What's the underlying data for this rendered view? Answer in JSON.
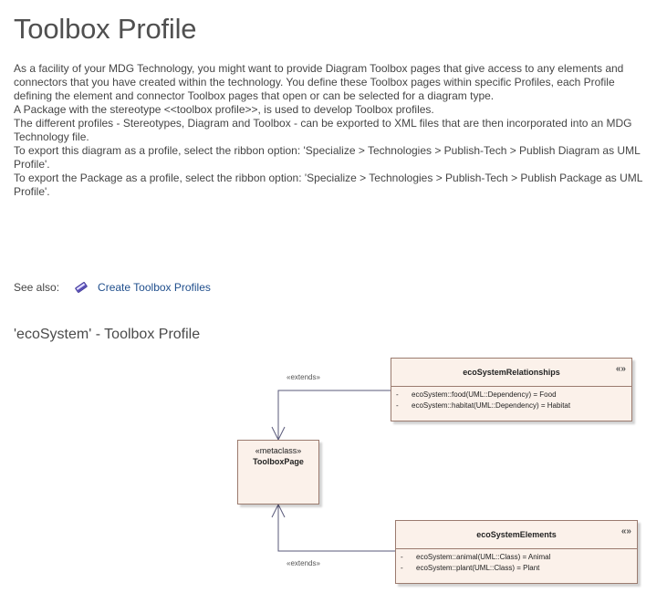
{
  "page": {
    "title": "Toolbox Profile",
    "intro": [
      "As a facility of your MDG Technology, you might want to provide Diagram Toolbox pages that give access to any elements and connectors that you have created within the technology. You define these Toolbox pages within specific Profiles, each Profile defining the element and connector Toolbox pages that open or can be selected for a diagram type.",
      "A Package with the stereotype <<toolbox profile>>, is used to develop Toolbox profiles.",
      "The different profiles - Stereotypes, Diagram and Toolbox - can be exported to XML files that are then incorporated into an MDG Technology file.",
      "To export this diagram as a profile, select the ribbon option:  'Specialize > Technologies > Publish-Tech > Publish Diagram as UML Profile'.",
      "To export the Package as a profile, select the ribbon option:  'Specialize > Technologies > Publish-Tech > Publish Package as UML Profile'."
    ],
    "see_also_label": "See also:",
    "see_also_icon": "book-icon",
    "see_also_link": "Create Toolbox Profiles",
    "diagram_title": "'ecoSystem' - Toolbox Profile"
  },
  "diagram": {
    "toolbox_page": {
      "stereotype": "«metaclass»",
      "name": "ToolboxPage"
    },
    "relationships": {
      "name": "ecoSystemRelationships",
      "glyph": "«»",
      "attributes": [
        {
          "vis": "-",
          "text": "ecoSystem::food(UML::Dependency) = Food"
        },
        {
          "vis": "-",
          "text": "ecoSystem::habitat(UML::Dependency) = Habitat"
        }
      ]
    },
    "elements": {
      "name": "ecoSystemElements",
      "glyph": "«»",
      "attributes": [
        {
          "vis": "-",
          "text": "ecoSystem::animal(UML::Class) = Animal"
        },
        {
          "vis": "-",
          "text": "ecoSystem::plant(UML::Class) = Plant"
        }
      ]
    },
    "connectors": {
      "top_label": "«extends»",
      "bottom_label": "«extends»"
    },
    "colors": {
      "box_fill": "#fbf1ea",
      "box_border": "#9b7b6f",
      "link": "#1f4e8c",
      "line": "#5a5a7a"
    }
  }
}
